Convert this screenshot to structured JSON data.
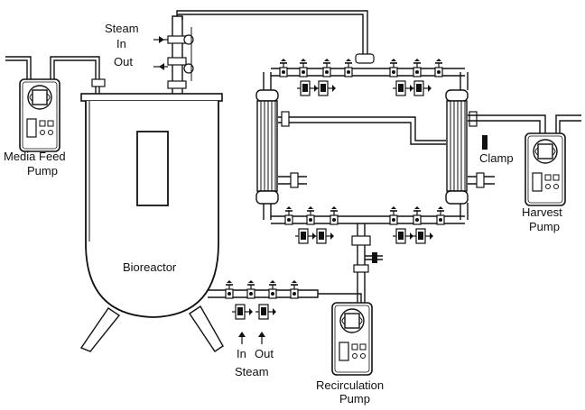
{
  "labels": {
    "steam_top": "Steam",
    "in_top": "In",
    "out_top": "Out",
    "media_feed_pump": [
      "Media Feed",
      "Pump"
    ],
    "bioreactor": "Bioreactor",
    "clamp": "Clamp",
    "harvest_pump": [
      "Harvest",
      "Pump"
    ],
    "recirculation_pump": [
      "Recirculation",
      "Pump"
    ],
    "in_bottom": "In",
    "out_bottom": "Out",
    "steam_bottom": "Steam"
  }
}
